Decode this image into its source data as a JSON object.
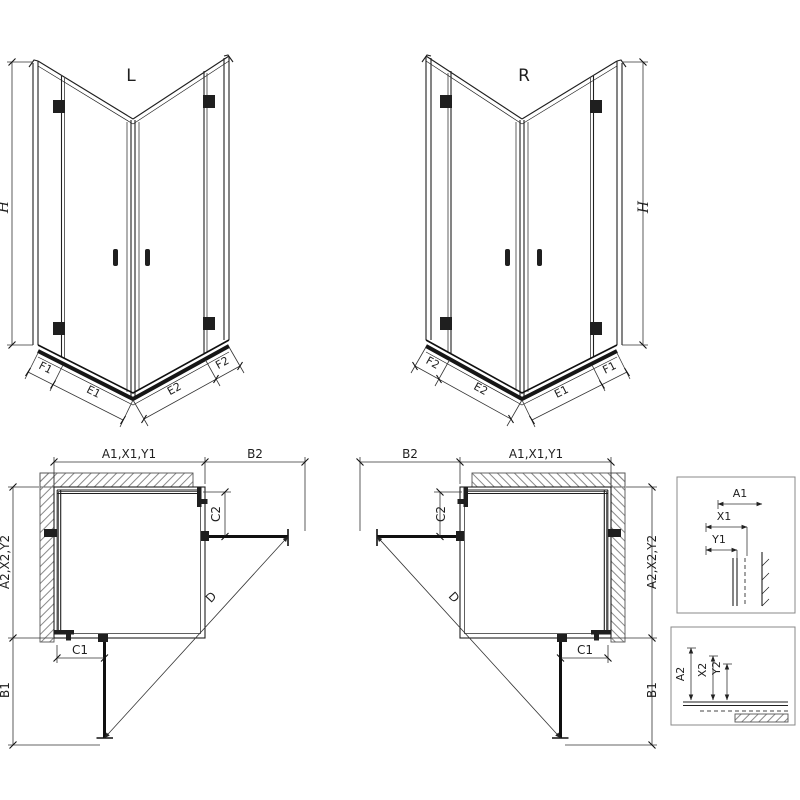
{
  "iso_left": {
    "variant": "L",
    "height_label": "H",
    "dims": {
      "outer_left": "F1",
      "inner_left": "E1",
      "inner_right": "E2",
      "outer_right": "F2"
    }
  },
  "iso_right": {
    "variant": "R",
    "height_label": "H",
    "dims": {
      "outer_left": "F2",
      "inner_left": "E2",
      "inner_right": "E1",
      "outer_right": "F1"
    }
  },
  "plan_left": {
    "dims": {
      "top_width": "A1,X1,Y1",
      "top_door": "B2",
      "side_offset": "C2",
      "side_depth": "A2,X2,Y2",
      "bottom_offset": "C1",
      "side_door": "B1",
      "diagonal": "D"
    }
  },
  "plan_right": {
    "dims": {
      "top_door": "B2",
      "top_width": "A1,X1,Y1",
      "side_offset": "C2",
      "side_depth": "A2,X2,Y2",
      "bottom_offset": "C1",
      "side_door": "B1",
      "diagonal": "D"
    }
  },
  "detail_wall_profile": {
    "dims": {
      "total": "A1",
      "mid": "X1",
      "min": "Y1"
    }
  },
  "detail_floor_profile": {
    "dims": {
      "total": "A2",
      "mid": "X2",
      "min": "Y2"
    }
  },
  "colors": {
    "ink": "#1f1f1f",
    "dim_line": "#333333",
    "hatch": "#8a8a8a",
    "background": "#ffffff"
  }
}
